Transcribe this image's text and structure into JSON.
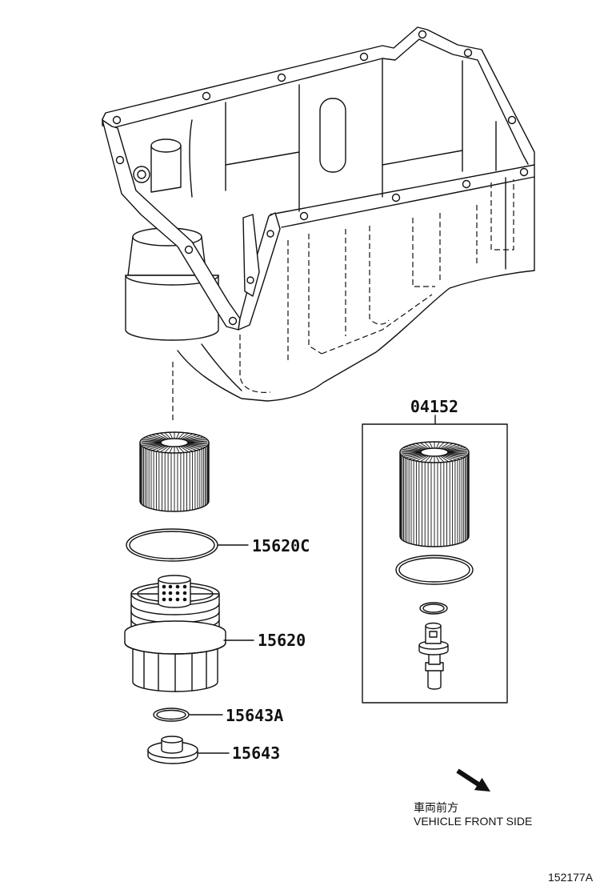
{
  "kit_label": "04152",
  "callouts": [
    {
      "part_number": "15620C"
    },
    {
      "part_number": "15620"
    },
    {
      "part_number": "15643A"
    },
    {
      "part_number": "15643"
    }
  ],
  "direction": {
    "label_jp": "車両前方",
    "label_en": "VEHICLE FRONT SIDE",
    "icon": "arrow-down-right-icon"
  },
  "figure_id": "152177A",
  "colors": {
    "line": "#111111",
    "background": "#ffffff"
  }
}
